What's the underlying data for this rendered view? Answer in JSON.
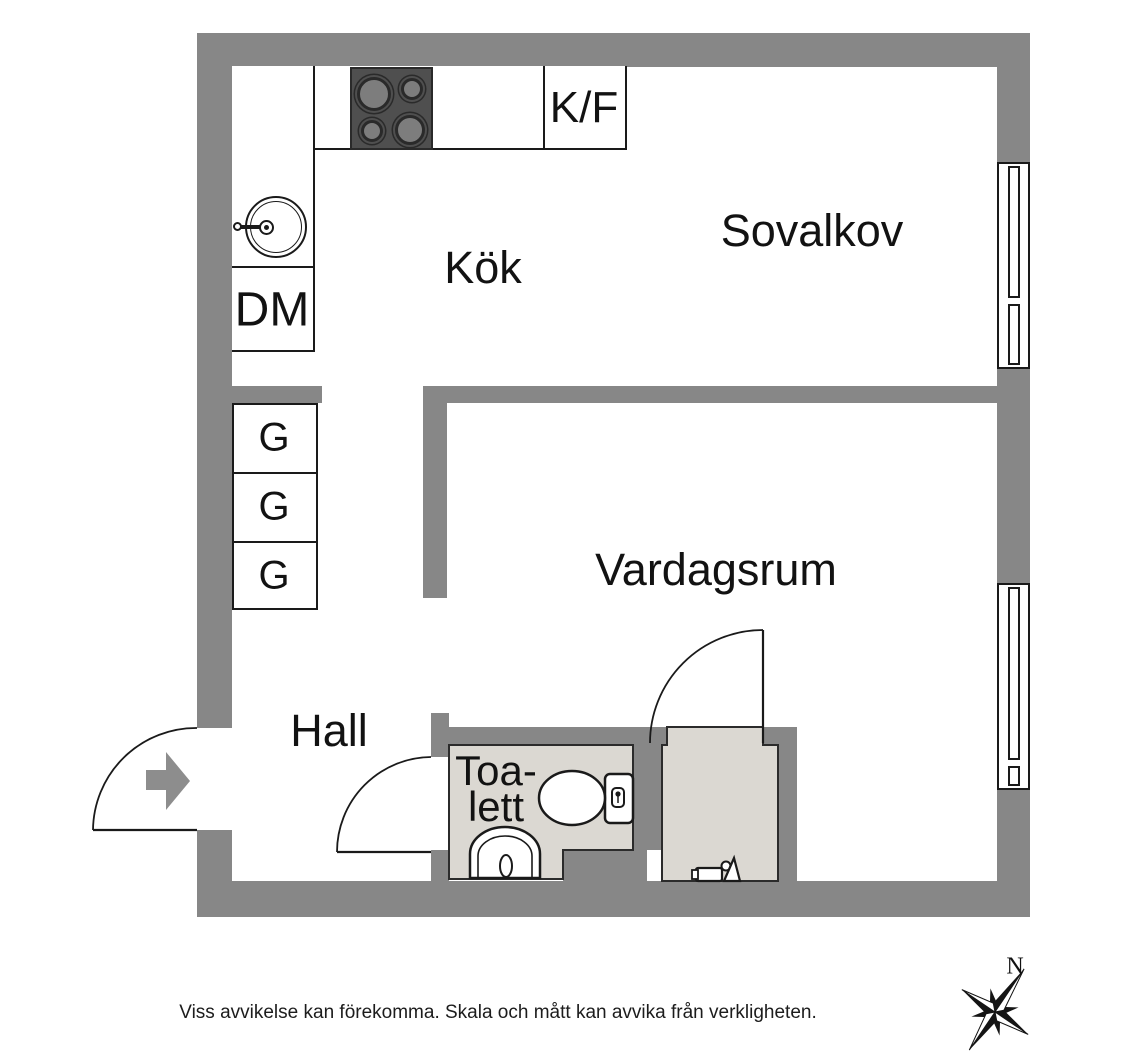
{
  "colors": {
    "wall": "#878787",
    "floor": "#dbd8d2",
    "stove": "#4f4f4f",
    "entry_arrow": "#8d8d8d",
    "line": "#1a1a1a"
  },
  "rooms": {
    "kitchen": "Kök",
    "sleeping_alcove": "Sovalkov",
    "living_room": "Vardagsrum",
    "hall": "Hall",
    "toilet_line1": "Toa-",
    "toilet_line2": "lett"
  },
  "fixtures": {
    "dishwasher": "DM",
    "fridge_freezer": "K/F",
    "wardrobes": [
      "G",
      "G",
      "G"
    ]
  },
  "compass": {
    "north": "N"
  },
  "footer": {
    "disclaimer": "Viss avvikelse kan förekomma. Skala och mått kan avvika från verkligheten."
  }
}
